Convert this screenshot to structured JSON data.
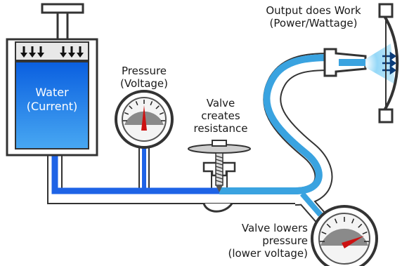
{
  "labels": {
    "water": [
      "Water",
      "(Current)"
    ],
    "pressure": [
      "Pressure",
      "(Voltage)"
    ],
    "valve": [
      "Valve",
      "creates",
      "resistance"
    ],
    "output": [
      "Output does Work",
      "(Power/Wattage)"
    ],
    "valve_lowers": [
      "Valve lowers",
      "pressure",
      "(lower voltage)"
    ]
  },
  "colors": {
    "high_pressure_water": "#1e63e6",
    "low_pressure_water": "#3aa3e0",
    "tank_water_top": "#0a64e0",
    "tank_water_bottom": "#3ea0f0",
    "pipe_outline": "#333333",
    "gauge_needle": "#cc1111",
    "spray": "#7fd0f5"
  },
  "gauges": {
    "pressure_gauge": {
      "level": "high"
    },
    "lower_pressure_gauge": {
      "level": "low"
    }
  }
}
